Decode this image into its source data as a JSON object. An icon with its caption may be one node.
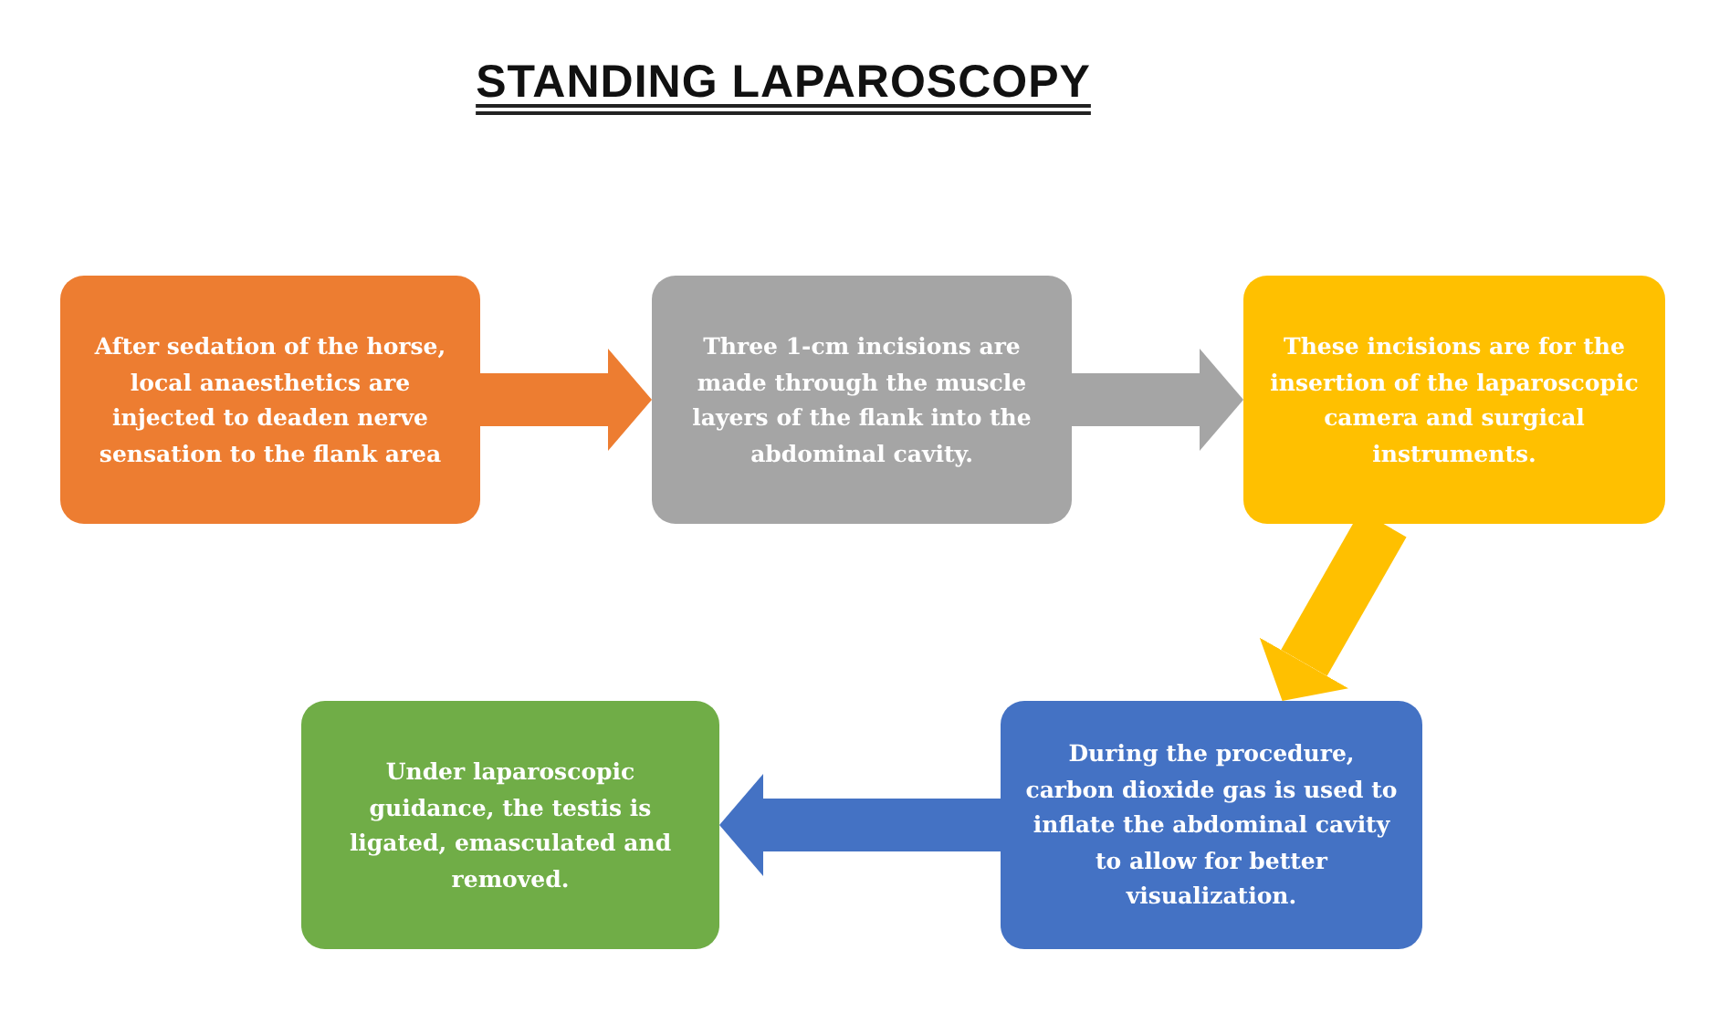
{
  "diagram": {
    "title": "STANDING LAPAROSCOPY",
    "nodes": [
      {
        "text": [
          "After sedation of the horse, local anaesthetics are injected to deaden nerve sensation to the flank area"
        ]
      },
      {
        "text": [
          "Three 1-cm incisions are made through the muscle layers of the flank into the abdominal cavity."
        ]
      },
      {
        "text": [
          "These incisions are for the insertion of the laparoscopic camera and surgical instruments."
        ]
      },
      {
        "text": [
          "During the procedure, carbon dioxide gas is used to inflate the abdominal cavity to allow for better visualization."
        ]
      },
      {
        "text": [
          "Under laparoscopic guidance, the testis is ligated, emasculated and removed."
        ]
      }
    ],
    "edges": [
      {
        "from": 0,
        "to": 1,
        "arrow": "to",
        "color": "#ed7d31"
      },
      {
        "from": 1,
        "to": 2,
        "arrow": "to",
        "color": "#a5a5a5"
      },
      {
        "from": 2,
        "to": 3,
        "arrow": "to",
        "color": "#ffc000"
      },
      {
        "from": 3,
        "to": 4,
        "arrow": "to",
        "color": "#4472c4"
      }
    ]
  }
}
